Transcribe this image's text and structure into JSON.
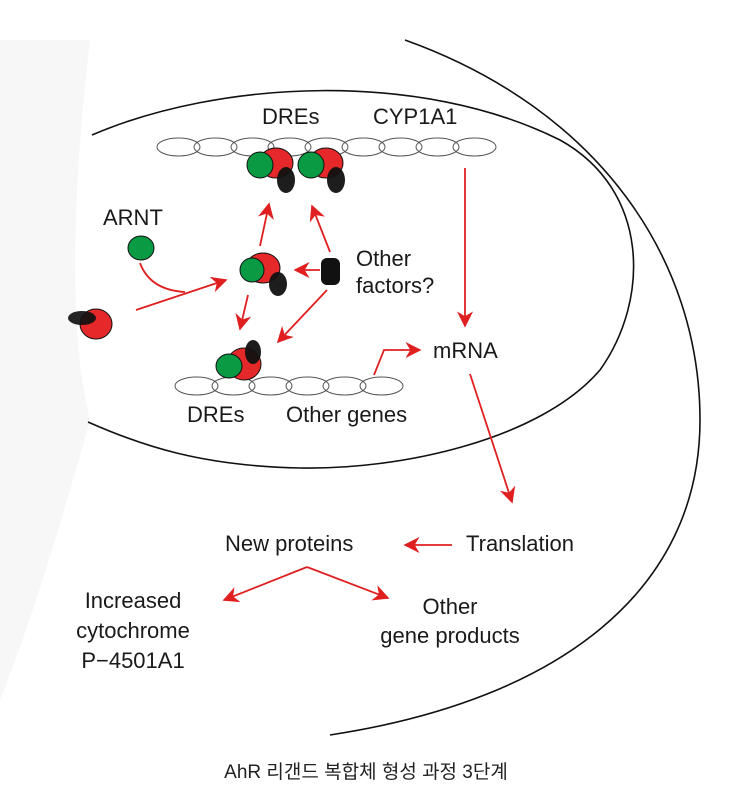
{
  "colors": {
    "arrow": "#e02020",
    "arnt_green": "#0a9a44",
    "ahr_red": "#e5282a",
    "ligand_black": "#111111",
    "membrane": "#111111"
  },
  "labels": {
    "top_dres": "DREs",
    "cyp1a1": "CYP1A1",
    "arnt": "ARNT",
    "other_factors_line1": "Other",
    "other_factors_line2": "factors?",
    "mrna": "mRNA",
    "bottom_dres": "DREs",
    "other_genes": "Other genes",
    "translation": "Translation",
    "new_proteins": "New proteins",
    "increased_line1": "Increased",
    "increased_line2": "cytochrome",
    "increased_line3": "P−4501A1",
    "other_products_line1": "Other",
    "other_products_line2": "gene products"
  },
  "caption": "AhR 리갠드 복합체 형성 과정 3단계",
  "icons": {
    "arnt_protein": "green-circle",
    "ahr_ligand_complex": "red-circle-with-black-ellipse",
    "other_factor": "black-rounded-square",
    "dna_strand": "chain-of-ellipses"
  }
}
